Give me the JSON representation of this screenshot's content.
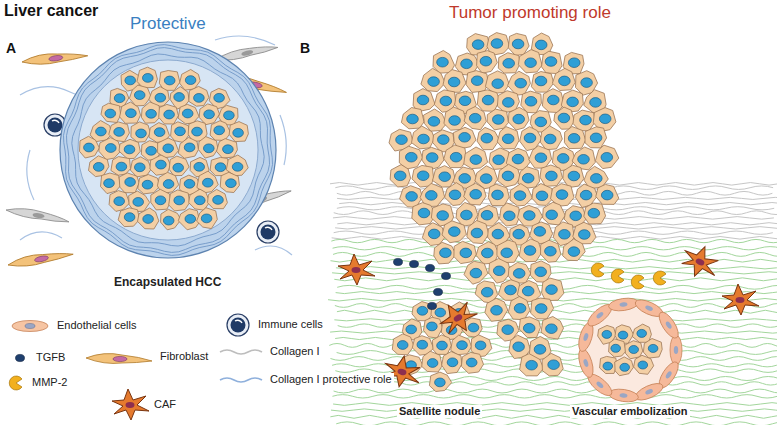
{
  "diagram": {
    "title": "Liver cancer",
    "labels": [
      "A",
      "Protective",
      "Encapsulated HCC",
      "B",
      "Tumor promoting role",
      "Satellite nodule",
      "Vascular embolization"
    ],
    "legend": [
      {
        "text": "Endothelial cells"
      },
      {
        "text": "TGFB"
      },
      {
        "text": "Fibroblast"
      },
      {
        "text": "MMP-2"
      },
      {
        "text": "CAF"
      },
      {
        "text": "Immune cells"
      },
      {
        "text": "Collagen I"
      },
      {
        "text": "Collagen I protective role"
      }
    ]
  }
}
